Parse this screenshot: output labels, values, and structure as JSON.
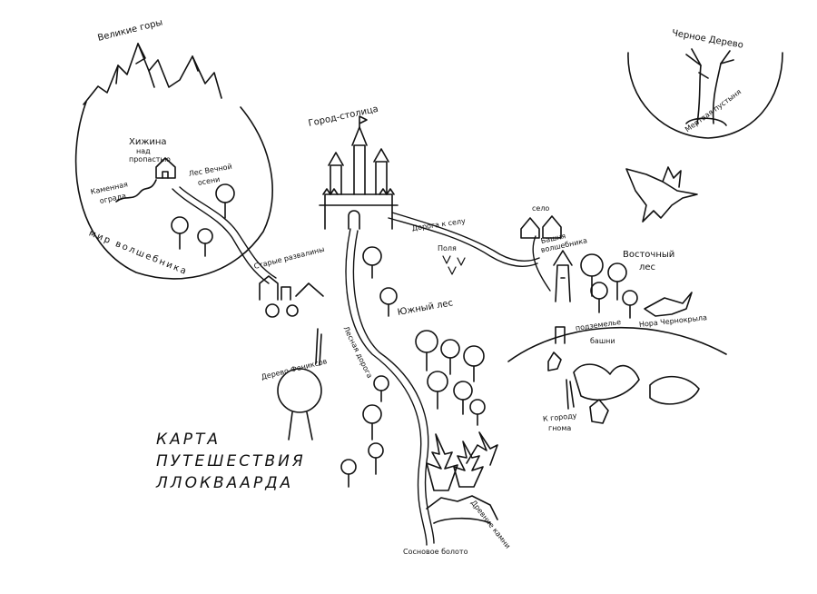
{
  "title_lines": [
    "КАРТА",
    "ПУТЕШЕСТВИЯ",
    "ЛЛОКВААРДА"
  ],
  "labels": {
    "great_mountains": "Великие горы",
    "hut": "Хижина",
    "over": "над",
    "abyss": "пропастью",
    "stone_wall": "Каменная",
    "stone_wall2": "ограда",
    "forest_eternal": "Лес Вечной",
    "forest_eternal2": "осени",
    "wizard_world": "мир волшебника",
    "old_ruins": "Старые развалины",
    "capital": "Город-столица",
    "road_east": "Дорога к селу",
    "fields": "Поля",
    "village": "село",
    "wizard_tower": "Башня",
    "wizard_tower2": "волшебника",
    "east_forest": "Восточный",
    "east_forest2": "лес",
    "south_forest": "Южный лес",
    "forest_road": "Лесная дорога",
    "tree_sinners": "Дерево Фениксов",
    "black_wing_lair": "Нора Чернокрыла",
    "underground_towers": "подземелье",
    "underground_towers2": "башни",
    "to_the_town": "К городу",
    "to_the_town2": "гнома",
    "black_tree": "Черное Дерево",
    "dead_lands": "Мертвая пустыня",
    "ancient_stones": "Древние камни",
    "pine_swamp": "Сосновое болото"
  }
}
